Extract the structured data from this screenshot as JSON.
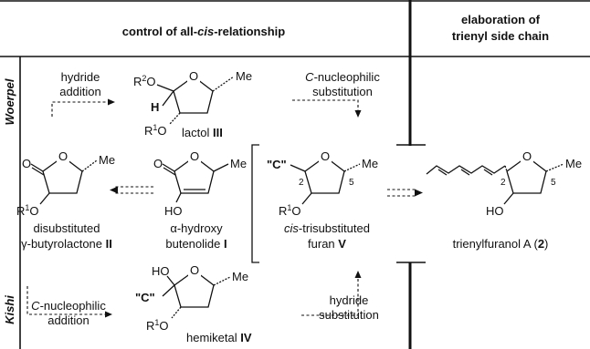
{
  "headers": {
    "left": [
      "control of all-",
      "cis",
      "-relationship"
    ],
    "right_line1": "elaboration of",
    "right_line2": "trienyl side chain"
  },
  "side_labels": {
    "top": "Woerpel",
    "bottom": "Kishi"
  },
  "steps": {
    "hydride_addition": [
      "hydride",
      "addition"
    ],
    "c_nucleophilic_substitution": [
      "C",
      "-nucleophilic",
      "substitution"
    ],
    "c_nucleophilic_addition": [
      "C",
      "-nucleophilic",
      "addition"
    ],
    "hydride_substitution": [
      "hydride",
      "substitution"
    ]
  },
  "compounds": {
    "lactol": {
      "name": "lactol ",
      "numeral": "III"
    },
    "lactone": {
      "name_line1": "disubstituted",
      "name_line2": "γ-butyrolactone ",
      "numeral": "II"
    },
    "butenolide": {
      "name_line1": "α-hydroxy",
      "name_line2": "butenolide ",
      "numeral": "I"
    },
    "furan": {
      "name_line1": [
        "cis",
        "-trisubstituted"
      ],
      "name_line2": "furan ",
      "numeral": "V"
    },
    "hemiketal": {
      "name": "hemiketal ",
      "numeral": "IV"
    },
    "trienylfuranol": {
      "name": "trienylfuranol A (",
      "numeral": "2",
      "close": ")"
    }
  },
  "atoms": {
    "O": "O",
    "Me": "Me",
    "H": "H",
    "HO": "HO",
    "R1O": [
      "R",
      "1",
      "O"
    ],
    "R2O": [
      "R",
      "2",
      "O"
    ],
    "C_quote": "\"C\"",
    "pos2": "2",
    "pos5": "5"
  }
}
